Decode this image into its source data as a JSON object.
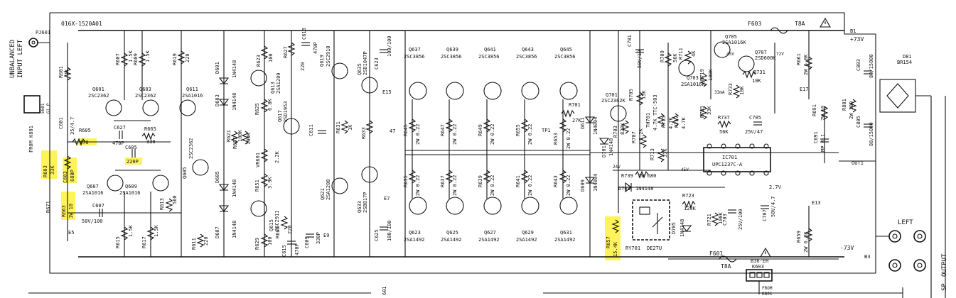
{
  "board": "016X-1520A01",
  "input_label_1": "UNBALANCED",
  "input_label_2": "INPUT LEFT",
  "jack_input": "PJ601",
  "conn_e601": "E601",
  "conn_e601_pins": "G1 P",
  "from_k801_left": "FROM K801",
  "from_k801_bottom": "FROM",
  "from_k801_bottom2": "K801",
  "rails": {
    "pos": "+73V",
    "neg": "-73V",
    "pos_term": "B1",
    "neg_term": "B3",
    "out_term": "OUT1"
  },
  "fuses": [
    {
      "ref": "F603",
      "val": "T8A"
    },
    {
      "ref": "F601",
      "val": "T8A"
    }
  ],
  "output": {
    "left": "LEFT",
    "sp": "SP",
    "sp_output": "OUTPUT"
  },
  "relay": {
    "ref": "RY701",
    "part": "DE2TU"
  },
  "ic": {
    "ref": "IC701",
    "part": "UPC1237C-A"
  },
  "rect": {
    "ref": "D81",
    "part": "BR154"
  },
  "k603": {
    "ref": "K603",
    "part": "B30-EH"
  },
  "e13": "E13",
  "e15": "E15",
  "e17": "E17",
  "e5": "E5",
  "e7": "E7",
  "e9": "E9",
  "v24": "24V",
  "v45a": "45V",
  "v45b": "45V",
  "v72": "72V",
  "v27": "2.7V",
  "v33": "33mA",
  "tp1": "TP1",
  "bot_label": "601",
  "parts": {
    "r601": {
      "ref": "R601",
      "val": "1K"
    },
    "c601": {
      "ref": "C601",
      "val": "35/4.7"
    },
    "r603": {
      "ref": "R603",
      "val": "33K"
    },
    "c603": {
      "ref": "C603",
      "val": "680P"
    },
    "r605": {
      "ref": "R605",
      "val": "470"
    },
    "c627": {
      "ref": "C627",
      "val": "470P"
    },
    "c605": {
      "ref": "C605",
      "val": "220P"
    },
    "r665": {
      "ref": "R665",
      "val": "330"
    },
    "r663": {
      "ref": "R663",
      "val": "1W 10"
    },
    "r671": {
      "ref": "R671",
      "val": ""
    },
    "c607": {
      "ref": "C607",
      "val": "50V/100"
    },
    "r607": {
      "ref": "R607",
      "val": "1.5K"
    },
    "r609": {
      "ref": "R609",
      "val": "1.5K"
    },
    "r619": {
      "ref": "R619",
      "val": "220"
    },
    "q601": {
      "ref": "Q601",
      "val": "2SC2362"
    },
    "q603": {
      "ref": "Q603",
      "val": "2SC2362"
    },
    "q611": {
      "ref": "Q611",
      "val": "2SA1016"
    },
    "q607": {
      "ref": "Q607",
      "val": "2SA1016"
    },
    "q609": {
      "ref": "Q609",
      "val": "2SA1016"
    },
    "q605": {
      "ref": "Q605",
      "val": "2SC2362"
    },
    "r613": {
      "ref": "R613",
      "val": "560"
    },
    "r615": {
      "ref": "R615",
      "val": "1.5K"
    },
    "r617": {
      "ref": "R617",
      "val": "1.5K"
    },
    "r611": {
      "ref": "R611",
      "val": "220"
    },
    "d601": {
      "ref": "D601",
      "val": "1N4148"
    },
    "d603": {
      "ref": "D603",
      "val": "1N4148"
    },
    "d605": {
      "ref": "D605",
      "val": "1N4148"
    },
    "d607": {
      "ref": "D607",
      "val": "1N4148"
    },
    "r621": {
      "ref": "R621",
      "val": "100K"
    },
    "r667": {
      "ref": "R667",
      "val": "100K"
    },
    "r623": {
      "ref": "R623",
      "val": "100"
    },
    "q613": {
      "ref": "Q613",
      "val": "2SA1209"
    },
    "r627": {
      "ref": "R627",
      "val": "220"
    },
    "c613": {
      "ref": "C613",
      "val": "470P"
    },
    "r625": {
      "ref": "R625",
      "val": "6.8K"
    },
    "q617": {
      "ref": "Q617",
      "val": "2SD1953"
    },
    "vr601": {
      "ref": "VR601",
      "val": "2.2K"
    },
    "r651": {
      "ref": "R651",
      "val": "3.9K"
    },
    "q615": {
      "ref": "Q615",
      "val": "2SC2911"
    },
    "r629": {
      "ref": "R629",
      "val": "100"
    },
    "r669": {
      "ref": "R669",
      "val": "220"
    },
    "c615": {
      "ref": "C615",
      "val": "470P"
    },
    "c609": {
      "ref": "C609",
      "val": "330P"
    },
    "q619": {
      "ref": "Q619",
      "val": "2SC2910"
    },
    "c611": {
      "ref": "C611",
      "val": ""
    },
    "r631": {
      "ref": "R631",
      "val": "1K"
    },
    "q621": {
      "ref": "Q621",
      "val": "2SA1208"
    },
    "q635": {
      "ref": "Q635",
      "val": "2SD1047P"
    },
    "c623": {
      "ref": "C623",
      "val": "100/100"
    },
    "r633": {
      "ref": "R633",
      "val": "47"
    },
    "q633": {
      "ref": "Q633",
      "val": "2SB817P"
    },
    "c625": {
      "ref": "C625",
      "val": "100/100"
    },
    "q637": {
      "ref": "Q637",
      "val": "2SC3856"
    },
    "q639": {
      "ref": "Q639",
      "val": "2SC3856"
    },
    "q641": {
      "ref": "Q641",
      "val": "2SC3856"
    },
    "q643": {
      "ref": "Q643",
      "val": "2SC3856"
    },
    "q645": {
      "ref": "Q645",
      "val": "2SC3856"
    },
    "r645": {
      "ref": "R645",
      "val": "2W 0.22"
    },
    "r647": {
      "ref": "R647",
      "val": "2W 0.22"
    },
    "r649": {
      "ref": "R649",
      "val": "2W 0.22"
    },
    "r655": {
      "ref": "R655",
      "val": "2W 0.22"
    },
    "r653": {
      "ref": "R653",
      "val": "2W 0.22"
    },
    "r635": {
      "ref": "R635",
      "val": "2W 0.22"
    },
    "r637": {
      "ref": "R637",
      "val": "2W 0.22"
    },
    "r639": {
      "ref": "R639",
      "val": "2W 0.22"
    },
    "r641": {
      "ref": "R641",
      "val": "2W 0.22"
    },
    "r643": {
      "ref": "R643",
      "val": "2W 0.22"
    },
    "q623": {
      "ref": "Q623",
      "val": "2SA1492"
    },
    "q625": {
      "ref": "Q625",
      "val": "2SA1492"
    },
    "q627": {
      "ref": "Q627",
      "val": "2SA1492"
    },
    "q629": {
      "ref": "Q629",
      "val": "2SA1492"
    },
    "q631": {
      "ref": "Q631",
      "val": "2SA1492"
    },
    "r701": {
      "ref": "R701",
      "val": "27K"
    },
    "d611": {
      "ref": "D611",
      "val": "1N4004"
    },
    "d609": {
      "ref": "D609",
      "val": "1N4004"
    },
    "r657": {
      "ref": "R657",
      "val": "15.4K"
    },
    "c701": {
      "ref": "C701",
      "val": "50V/10"
    },
    "r709": {
      "ref": "R709",
      "val": "56K"
    },
    "r711": {
      "ref": "R711",
      "val": "4K"
    },
    "q705": {
      "ref": "Q705",
      "val": "2SA1016K"
    },
    "q707": {
      "ref": "Q707",
      "val": "2SD600K"
    },
    "r731": {
      "ref": "R731",
      "val": "10K"
    },
    "q703": {
      "ref": "Q703",
      "val": "2SA1016K"
    },
    "r719": {
      "ref": "R719",
      "val": "100K"
    },
    "r733": {
      "ref": "R733",
      "val": "10K"
    },
    "q701": {
      "ref": "Q701",
      "val": "2SC2362K"
    },
    "r705": {
      "ref": "R705",
      "val": "15K"
    },
    "th701": {
      "ref": "TH701",
      "val": "4.7K TTC-503"
    },
    "r715": {
      "ref": "R715",
      "val": "4.7K"
    },
    "r717": {
      "ref": "R717",
      "val": "4.7K"
    },
    "r703": {
      "ref": "R703",
      "val": "820K"
    },
    "r707": {
      "ref": "R707",
      "val": "1.2K"
    },
    "d701": {
      "ref": "D701",
      "val": "1N4148"
    },
    "r713": {
      "ref": "R713",
      "val": "33K"
    },
    "r735": {
      "ref": "R735",
      "val": "33K"
    },
    "r737": {
      "ref": "R737",
      "val": "56K"
    },
    "c705": {
      "ref": "C705",
      "val": "25V/47"
    },
    "r739": {
      "ref": "R739",
      "val": "2W 680"
    },
    "d703": {
      "ref": "D703",
      "val": "1N4148"
    },
    "r723": {
      "ref": "R723",
      "val": "120K"
    },
    "r721": {
      "ref": "R721",
      "val": "100K"
    },
    "c703": {
      "ref": "C703",
      "val": "25V/100"
    },
    "c707": {
      "ref": "C707",
      "val": "50V/4.7"
    },
    "d705": {
      "ref": "D705",
      "val": "1N4148"
    },
    "r661": {
      "ref": "R661",
      "val": "2W 6.8K"
    },
    "r691": {
      "ref": "R691",
      "val": "2W 10"
    },
    "c691": {
      "ref": "C691",
      "val": "MP 0.1"
    },
    "r801": {
      "ref": "R801",
      "val": "2W 100"
    },
    "c803": {
      "ref": "C803",
      "val": "80/15000"
    },
    "c805": {
      "ref": "C805",
      "val": "80/15000"
    },
    "r659": {
      "ref": "R659",
      "val": "2W 6.8K"
    }
  }
}
